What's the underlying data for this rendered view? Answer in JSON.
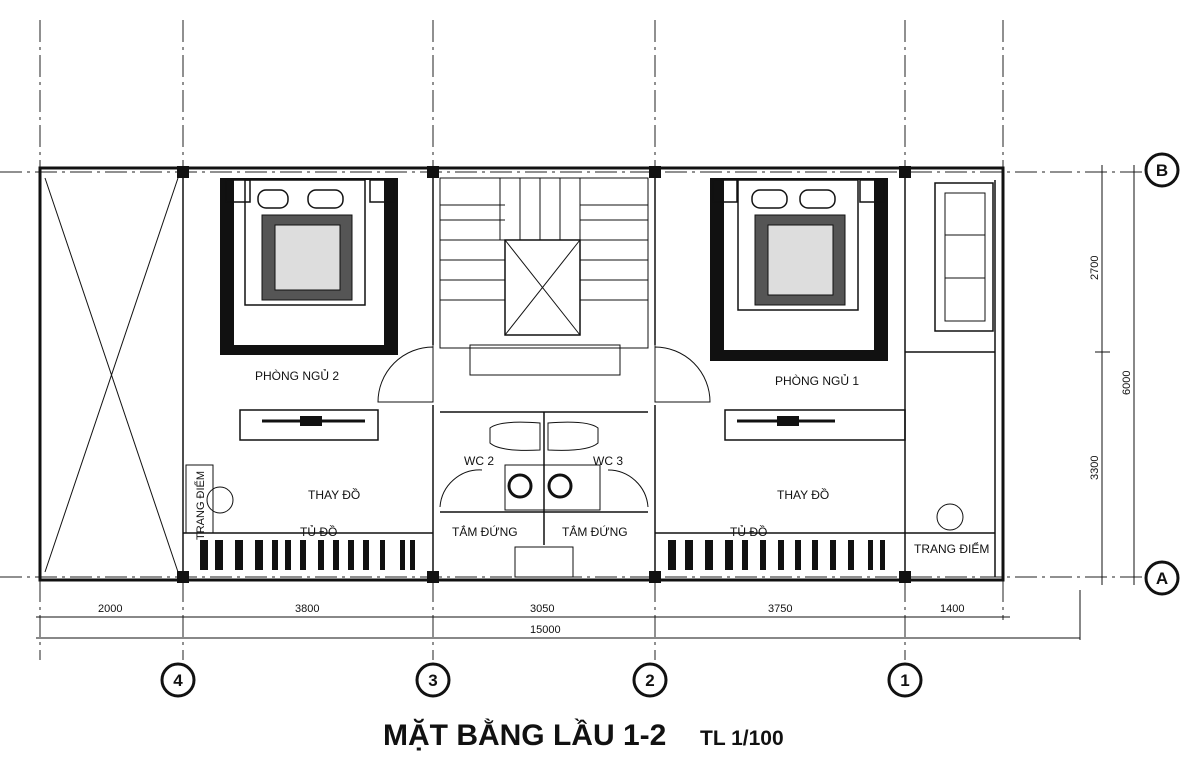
{
  "title": {
    "main": "MẶT BẰNG LẦU 1-2",
    "scale": "TL 1/100"
  },
  "grid": {
    "columns": [
      "4",
      "3",
      "2",
      "1"
    ],
    "rows": [
      "B",
      "A"
    ]
  },
  "rooms": {
    "bedroom2": "PHÒNG NGỦ 2",
    "bedroom1": "PHÒNG NGỦ 1",
    "dressing_left": "THAY ĐỒ",
    "dressing_right": "THAY ĐỒ",
    "wardrobe_left": "TỦ ĐỒ",
    "wardrobe_right": "TỦ ĐỒ",
    "vanity_left": "TRANG ĐIỂM",
    "vanity_right": "TRANG ĐIỂM",
    "wc2": "WC 2",
    "wc3": "WC 3",
    "shower_left": "TẮM ĐỨNG",
    "shower_right": "TẮM ĐỨNG"
  },
  "dimensions": {
    "horizontal": [
      "2000",
      "3800",
      "3050",
      "3750",
      "1400"
    ],
    "total_horizontal": "15000",
    "vertical": [
      "2700",
      "3300"
    ],
    "total_vertical": "6000"
  }
}
